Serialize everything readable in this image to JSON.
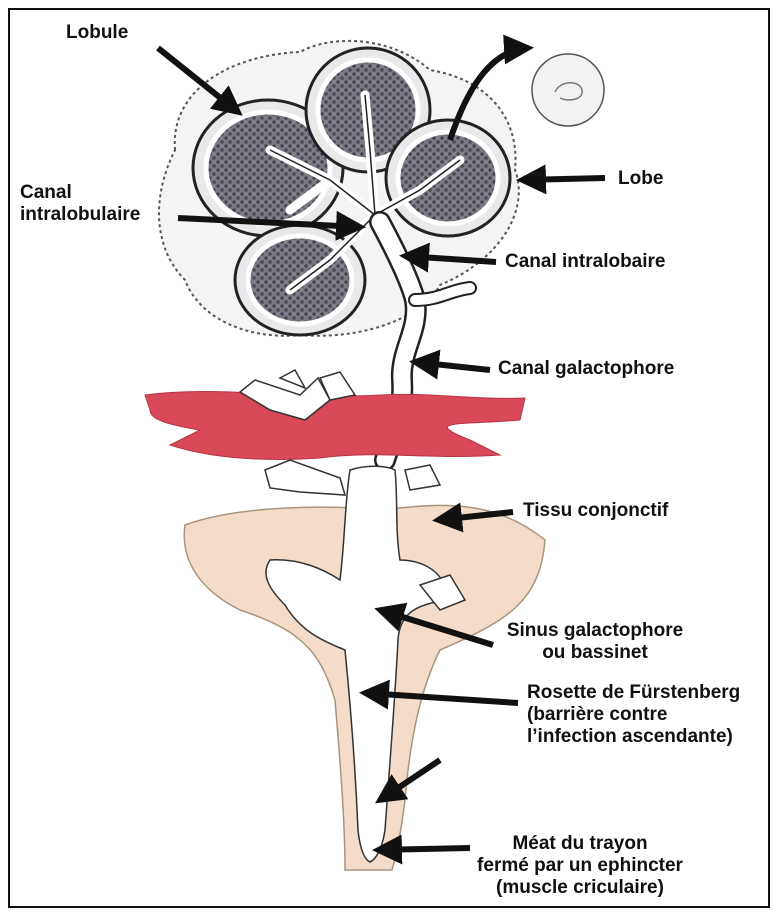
{
  "labels": {
    "lobule": "Lobule",
    "lobe": "Lobe",
    "canal_intralobulaire": [
      "Canal",
      "intralobulaire"
    ],
    "canal_intralobaire": "Canal intralobaire",
    "canal_galactophore": "Canal galactophore",
    "tissu_conjonctif": "Tissu conjonctif",
    "sinus": [
      "Sinus galactophore",
      "ou bassinet"
    ],
    "rosette": [
      "Rosette de Fürstenberg",
      "(barrière contre",
      "l’infection ascendante)"
    ],
    "meat": [
      "Méat du trayon",
      "fermé par un ephincter",
      "(muscle criculaire)"
    ]
  },
  "colors": {
    "muscle": "#d9495a",
    "connective": "#f3dcc9",
    "tissue_outline": "#2a2a2a",
    "lobule_fill": "#6f6f78",
    "arrow": "#111111"
  }
}
